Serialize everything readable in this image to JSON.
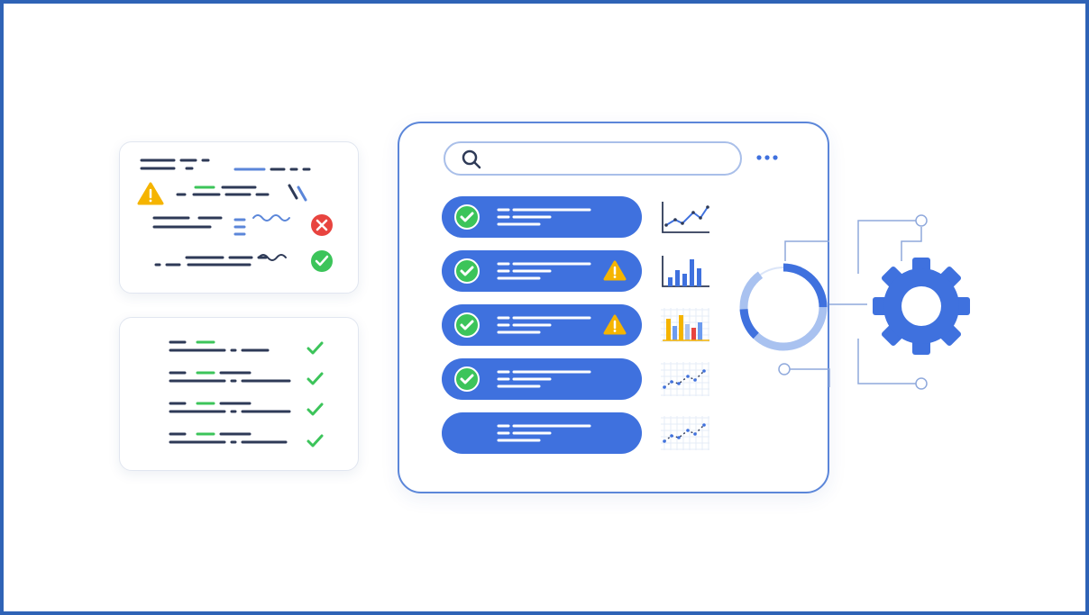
{
  "search": {
    "placeholder": "",
    "value": ""
  },
  "icons": {
    "search": "search-icon",
    "more": "more-dots-icon",
    "check": "check-circle-icon",
    "warning": "warning-triangle-icon",
    "error": "error-circle-icon",
    "gear": "gear-icon"
  },
  "rows": [
    {
      "status": "ok",
      "warning": false,
      "chart": "line"
    },
    {
      "status": "ok",
      "warning": true,
      "chart": "bar"
    },
    {
      "status": "ok",
      "warning": true,
      "chart": "bar-multicolor"
    },
    {
      "status": "ok",
      "warning": false,
      "chart": "scatter-line"
    },
    {
      "status": "none",
      "warning": false,
      "chart": "scatter-line"
    }
  ],
  "code_panel_results": [
    "warning",
    "error",
    "ok"
  ],
  "checklist_items": 4,
  "progress_ring": {
    "value": 0.65
  },
  "colors": {
    "primary": "#3f71de",
    "frame": "#2f63b6",
    "outline": "#5b86d9",
    "success": "#3cc45a",
    "warning": "#f5b400",
    "error": "#e8443f",
    "text_dark": "#2e3a57"
  }
}
